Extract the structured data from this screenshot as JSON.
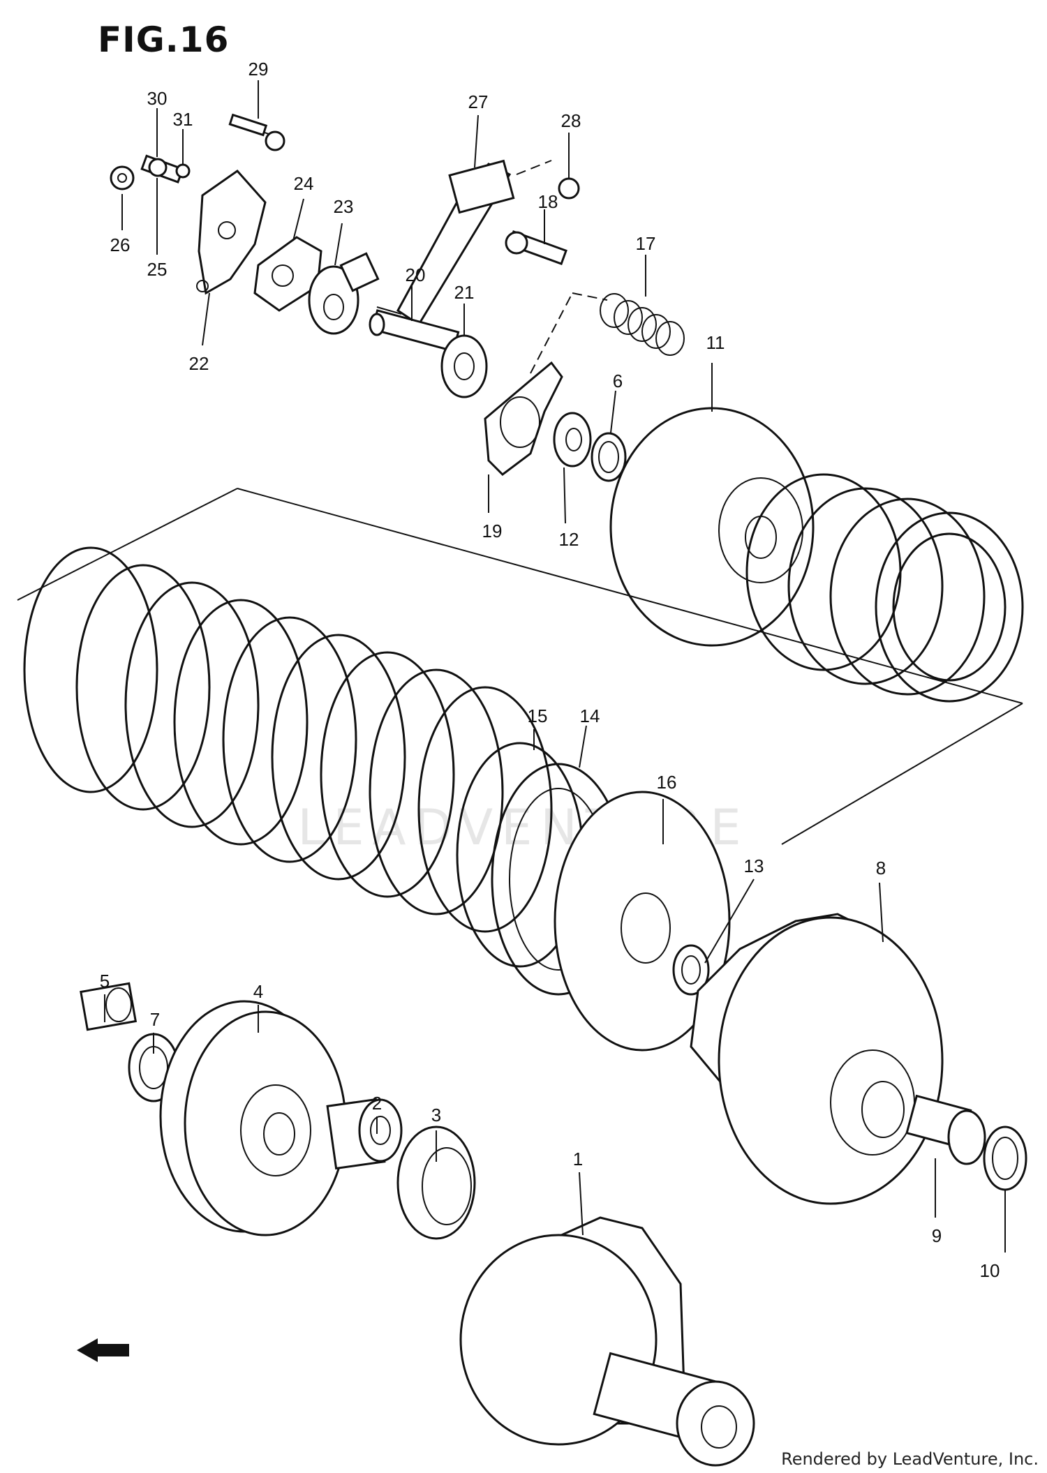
{
  "figure_title": "FIG.16",
  "credit": "Rendered by LeadVenture, Inc.",
  "watermark": "LEADVENTURE",
  "callouts": [
    {
      "id": "1",
      "label": "1"
    },
    {
      "id": "2",
      "label": "2"
    },
    {
      "id": "3",
      "label": "3"
    },
    {
      "id": "4",
      "label": "4"
    },
    {
      "id": "5",
      "label": "5"
    },
    {
      "id": "6",
      "label": "6"
    },
    {
      "id": "7",
      "label": "7"
    },
    {
      "id": "8",
      "label": "8"
    },
    {
      "id": "9",
      "label": "9"
    },
    {
      "id": "10",
      "label": "10"
    },
    {
      "id": "11",
      "label": "11"
    },
    {
      "id": "12",
      "label": "12"
    },
    {
      "id": "13",
      "label": "13"
    },
    {
      "id": "14",
      "label": "14"
    },
    {
      "id": "15",
      "label": "15"
    },
    {
      "id": "16",
      "label": "16"
    },
    {
      "id": "17",
      "label": "17"
    },
    {
      "id": "18",
      "label": "18"
    },
    {
      "id": "19",
      "label": "19"
    },
    {
      "id": "20",
      "label": "20"
    },
    {
      "id": "21",
      "label": "21"
    },
    {
      "id": "22",
      "label": "22"
    },
    {
      "id": "23",
      "label": "23"
    },
    {
      "id": "24",
      "label": "24"
    },
    {
      "id": "25",
      "label": "25"
    },
    {
      "id": "26",
      "label": "26"
    },
    {
      "id": "27",
      "label": "27"
    },
    {
      "id": "28",
      "label": "28"
    },
    {
      "id": "29",
      "label": "29"
    },
    {
      "id": "30",
      "label": "30"
    },
    {
      "id": "31",
      "label": "31"
    }
  ],
  "front_arrow_icon": "front-direction-arrow-icon"
}
